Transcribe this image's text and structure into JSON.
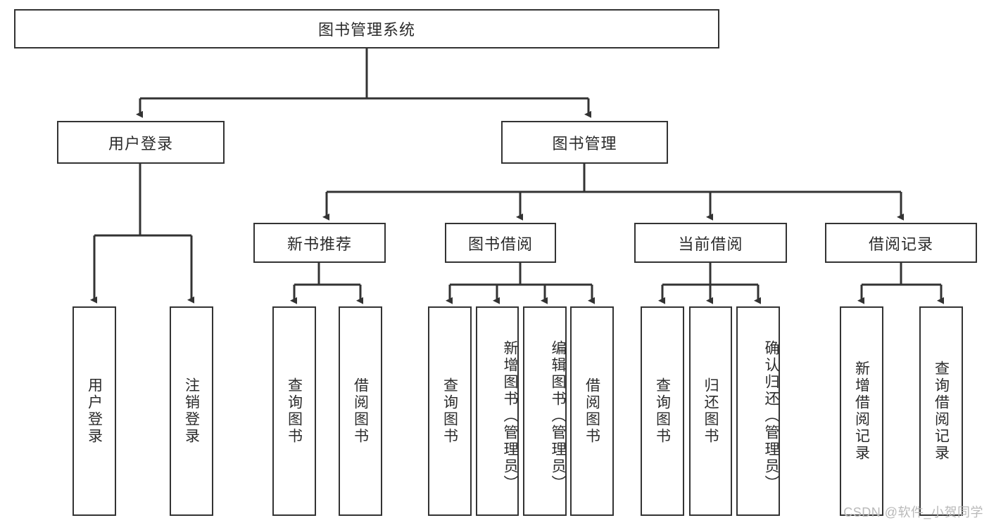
{
  "diagram": {
    "kind": "tree-hierarchy-chart",
    "title": "图书管理系统",
    "watermark": "CSDN @软件_小贺同学",
    "colors": {
      "background": "#ffffff",
      "node_border": "#333333",
      "node_fill": "#ffffff",
      "text": "#2b2b2b",
      "edge": "#333333",
      "watermark": "#b9b9b9"
    },
    "root": {
      "id": "root",
      "label": "图书管理系统",
      "orientation": "horizontal"
    },
    "level2": [
      {
        "id": "user-login",
        "label": "用户登录",
        "orientation": "horizontal"
      },
      {
        "id": "book-manage",
        "label": "图书管理",
        "orientation": "horizontal"
      }
    ],
    "level3": [
      {
        "id": "new-book-recommend",
        "label": "新书推荐",
        "orientation": "horizontal",
        "parent": "book-manage"
      },
      {
        "id": "book-borrow",
        "label": "图书借阅",
        "orientation": "horizontal",
        "parent": "book-manage"
      },
      {
        "id": "current-borrow",
        "label": "当前借阅",
        "orientation": "horizontal",
        "parent": "book-manage"
      },
      {
        "id": "borrow-record",
        "label": "借阅记录",
        "orientation": "horizontal",
        "parent": "book-manage"
      }
    ],
    "leaves": [
      {
        "id": "leaf-user-login",
        "label": "用户登录",
        "parent": "user-login",
        "orientation": "vertical"
      },
      {
        "id": "leaf-user-logout",
        "label": "注销登录",
        "parent": "user-login",
        "orientation": "vertical"
      },
      {
        "id": "leaf-query-book-1",
        "label": "查询图书",
        "parent": "new-book-recommend",
        "orientation": "vertical"
      },
      {
        "id": "leaf-borrow-book-1",
        "label": "借阅图书",
        "parent": "new-book-recommend",
        "orientation": "vertical"
      },
      {
        "id": "leaf-query-book-2",
        "label": "查询图书",
        "parent": "book-borrow",
        "orientation": "vertical"
      },
      {
        "id": "leaf-add-book",
        "label": "新增图书（管理员）",
        "parent": "book-borrow",
        "orientation": "vertical"
      },
      {
        "id": "leaf-edit-book",
        "label": "编辑图书（管理员）",
        "parent": "book-borrow",
        "orientation": "vertical"
      },
      {
        "id": "leaf-borrow-book-2",
        "label": "借阅图书",
        "parent": "book-borrow",
        "orientation": "vertical"
      },
      {
        "id": "leaf-query-book-3",
        "label": "查询图书",
        "parent": "current-borrow",
        "orientation": "vertical"
      },
      {
        "id": "leaf-return-book",
        "label": "归还图书",
        "parent": "current-borrow",
        "orientation": "vertical"
      },
      {
        "id": "leaf-confirm-return",
        "label": "确认归还（管理员）",
        "parent": "current-borrow",
        "orientation": "vertical"
      },
      {
        "id": "leaf-add-record",
        "label": "新增借阅记录",
        "parent": "borrow-record",
        "orientation": "vertical"
      },
      {
        "id": "leaf-query-record",
        "label": "查询借阅记录",
        "parent": "borrow-record",
        "orientation": "vertical"
      }
    ]
  }
}
